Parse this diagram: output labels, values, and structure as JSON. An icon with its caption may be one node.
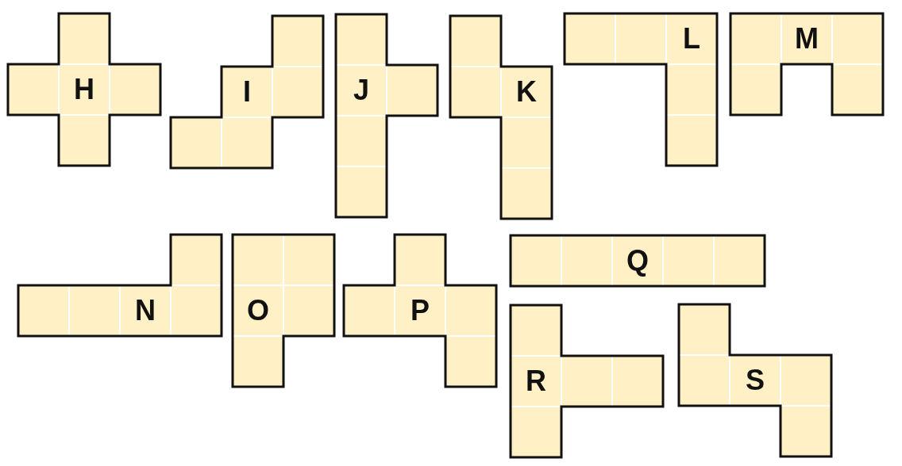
{
  "diagram": {
    "nodes": [
      {
        "text": [
          "H"
        ]
      },
      {
        "text": [
          "I"
        ]
      },
      {
        "text": [
          "J"
        ]
      },
      {
        "text": [
          "K"
        ]
      },
      {
        "text": [
          "L"
        ]
      },
      {
        "text": [
          "M"
        ]
      },
      {
        "text": [
          "N"
        ]
      },
      {
        "text": [
          "O"
        ]
      },
      {
        "text": [
          "P"
        ]
      },
      {
        "text": [
          "Q"
        ]
      },
      {
        "text": [
          "R"
        ]
      },
      {
        "text": [
          "S"
        ]
      }
    ]
  }
}
